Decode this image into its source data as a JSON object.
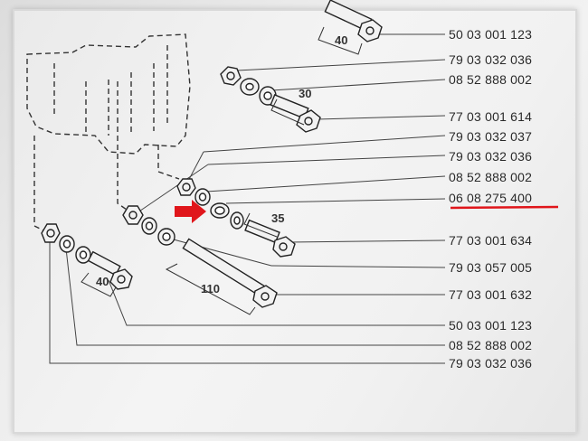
{
  "part_numbers": [
    "50 03 001 123",
    "79 03 032 036",
    "08 52 888 002",
    "77 03 001 614",
    "79 03 032 037",
    "79 03 032 036",
    "08 52 888 002",
    "06 08 275 400",
    "77 03 001 634",
    "79 03 057 005",
    "77 03 001 632",
    "50 03 001 123",
    "08 52 888 002",
    "79 03 032 036"
  ],
  "highlighted_part": "06 08 275 400",
  "dimensions": {
    "bolt_top": "40",
    "bolt_upper": "30",
    "bolt_middle": "35",
    "bolt_long": "110",
    "bolt_bottom": "40"
  },
  "colors": {
    "highlight_red": "#e0161b",
    "ink": "#2a2a2a"
  }
}
